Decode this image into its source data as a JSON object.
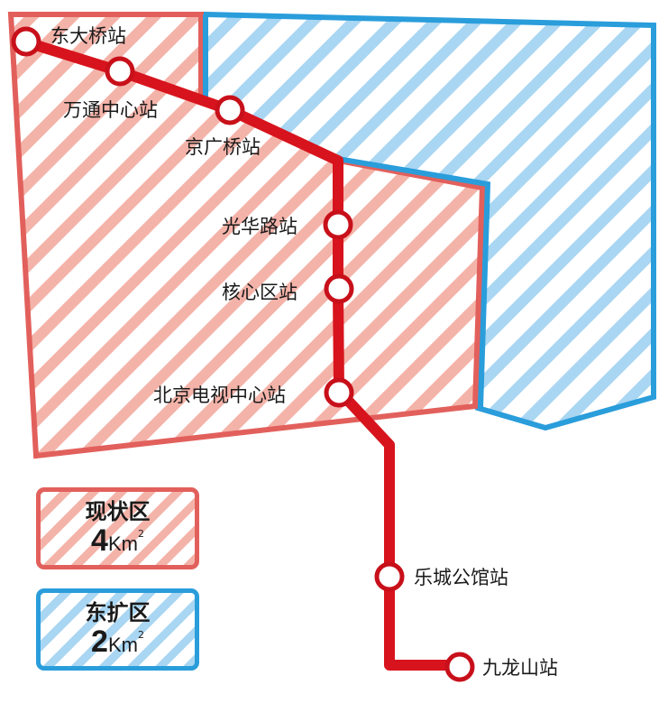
{
  "map": {
    "colors": {
      "current_zone_border": "#e2605c",
      "current_zone_stripe": "#f4b3a9",
      "east_expansion_border": "#2a9ddb",
      "east_expansion_stripe": "#a9d6f2",
      "metro_line": "#d7141d",
      "station_fill": "#ffffff",
      "background": "#ffffff"
    },
    "stations": [
      {
        "name": "东大桥站"
      },
      {
        "name": "万通中心站"
      },
      {
        "name": "京广桥站"
      },
      {
        "name": "光华路站"
      },
      {
        "name": "核心区站"
      },
      {
        "name": "北京电视中心站"
      },
      {
        "name": "乐城公馆站"
      },
      {
        "name": "九龙山站"
      }
    ]
  },
  "legend": {
    "current_zone": {
      "title": "现状区",
      "area_value": "4",
      "area_unit": "Km",
      "area_exp": "2"
    },
    "east_expansion": {
      "title": "东扩区",
      "area_value": "2",
      "area_unit": "Km",
      "area_exp": "2"
    }
  }
}
